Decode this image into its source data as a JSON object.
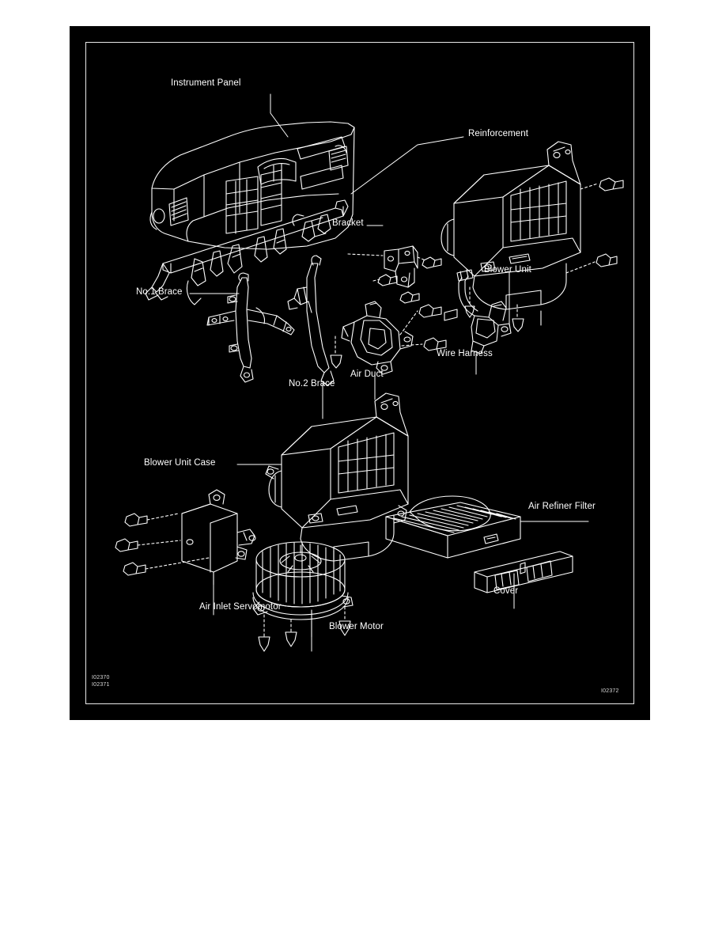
{
  "figure": {
    "title": "Instrument Panel and Blower Unit Exploded View",
    "background_color": "#000000",
    "line_color": "#ffffff",
    "page_color": "#ffffff"
  },
  "upper_assembly": {
    "labels": [
      {
        "id": "instrument-panel",
        "text": "Instrument Panel"
      },
      {
        "id": "reinforcement",
        "text": "Reinforcement"
      },
      {
        "id": "bracket",
        "text": "Bracket"
      },
      {
        "id": "blower-unit",
        "text": "Blower Unit"
      },
      {
        "id": "no1-brace",
        "text": "No.1 Brace"
      },
      {
        "id": "no2-brace",
        "text": "No.2 Brace"
      },
      {
        "id": "air-duct",
        "text": "Air Duct"
      },
      {
        "id": "wire-harness",
        "text": "Wire Harness"
      }
    ]
  },
  "lower_assembly": {
    "labels": [
      {
        "id": "blower-unit-case",
        "text": "Blower Unit Case"
      },
      {
        "id": "air-inlet-servomotor",
        "text": "Air Inlet Servomotor"
      },
      {
        "id": "blower-motor",
        "text": "Blower Motor"
      },
      {
        "id": "air-refiner-filter",
        "text": "Air Refiner Filter"
      },
      {
        "id": "cover",
        "text": "Cover"
      }
    ]
  },
  "figure_codes": {
    "bottom_left_1": "I02370",
    "bottom_left_2": "I02371",
    "bottom_right": "I02372"
  }
}
